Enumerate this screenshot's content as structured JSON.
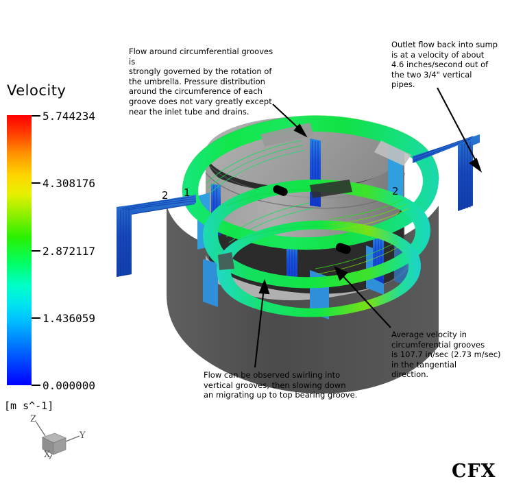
{
  "legend": {
    "title": "Velocity",
    "units": "[m s^-1]",
    "ticks": [
      {
        "value": "5.744234",
        "pos": 0.0
      },
      {
        "value": "4.308176",
        "pos": 0.25
      },
      {
        "value": "2.872117",
        "pos": 0.5
      },
      {
        "value": "1.436059",
        "pos": 0.75
      },
      {
        "value": "0.000000",
        "pos": 1.0
      }
    ],
    "colors": {
      "max": "#ff0000",
      "mid": "#00ff00",
      "min": "#0000ff"
    }
  },
  "axis_triad": {
    "x_label": "X",
    "y_label": "Y",
    "z_label": "Z"
  },
  "annotations": {
    "top_left": "Flow around circumferential grooves is\nstrongly governed by the rotation of\nthe umbrella.  Pressure distribution\naround the circumference of each\ngroove does not vary greatly except\nnear the inlet tube and drains.",
    "top_right": "Outlet flow back into sump\nis at a velocity of about\n4.6 inches/second out of\nthe two 3/4\" vertical\npipes.",
    "bottom_center": "Flow can be observed swirling into\nvertical grooves, then slowing down\nan migrating up to top bearing groove.",
    "bottom_right": "Average velocity in\ncircumferential grooves\nis 107.7 in/sec (2.73 m/sec)\nin the tangential\ndirection."
  },
  "model_labels": {
    "left_pipe_2": "2",
    "left_pipe_1": "1",
    "right_pipe_2": "2"
  },
  "branding": {
    "logo": "CFX"
  },
  "scene_colors": {
    "shell_dark": "#3a3a3a",
    "shell_mid": "#5d5d5d",
    "inner_light": "#a8a8a8",
    "inner_mid": "#8f8f8f",
    "ring_green": "#14e64b",
    "ring_cyan": "#19e0c8",
    "groove_blue": "#1550d2",
    "pipe_blue": "#1a66c8",
    "face_blue": "#2f9fe0"
  }
}
